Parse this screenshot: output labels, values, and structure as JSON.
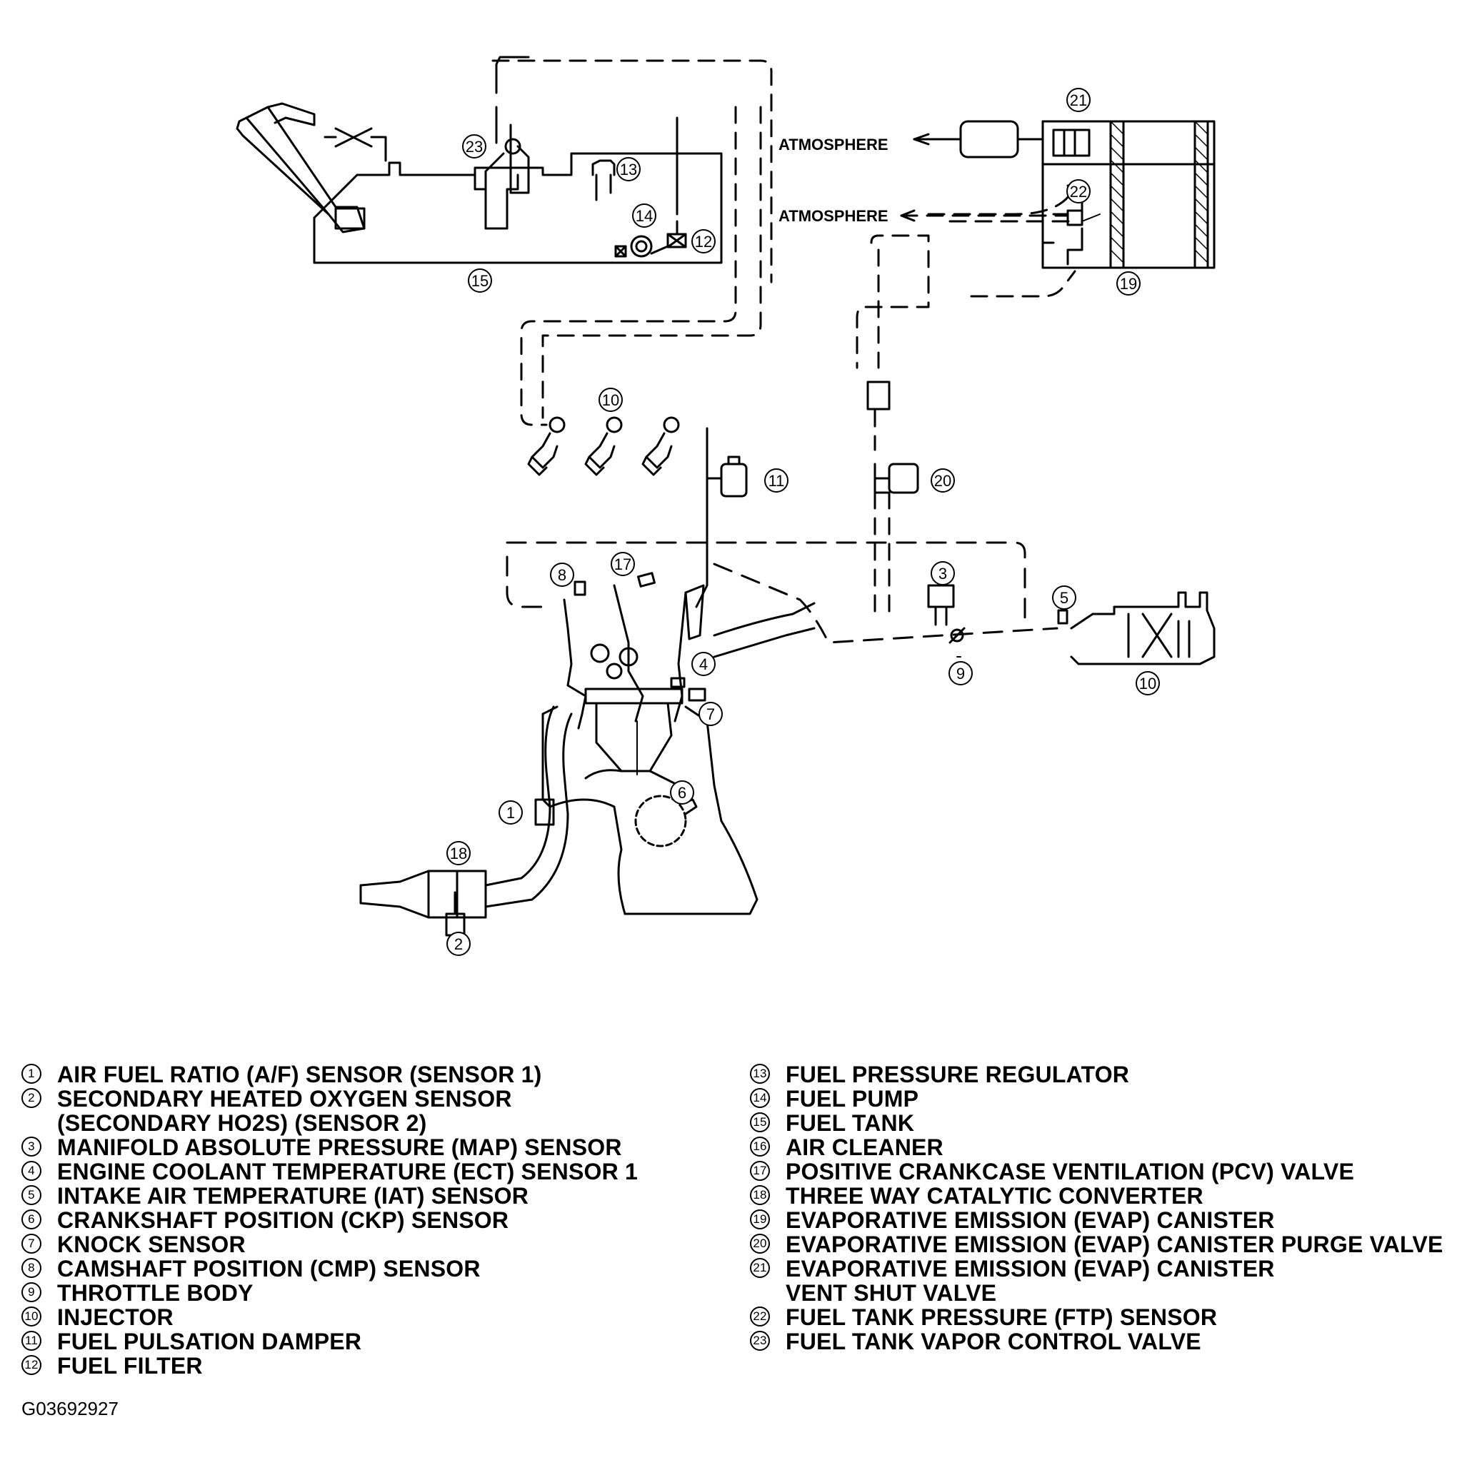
{
  "labels": {
    "atmosphere_top": "ATMOSPHERE",
    "atmosphere_bottom": "ATMOSPHERE"
  },
  "callouts": {
    "c1": "1",
    "c2": "2",
    "c3": "3",
    "c4": "4",
    "c5": "5",
    "c6": "6",
    "c7": "7",
    "c8": "8",
    "c9": "9",
    "c10a": "10",
    "c10b": "10",
    "c11": "11",
    "c12": "12",
    "c13": "13",
    "c14": "14",
    "c15": "15",
    "c17": "17",
    "c18": "18",
    "c19": "19",
    "c20": "20",
    "c21": "21",
    "c22": "22",
    "c23": "23"
  },
  "legend_left": [
    {
      "num": "1",
      "text": "AIR FUEL RATIO (A/F) SENSOR (SENSOR 1)"
    },
    {
      "num": "2",
      "text": "SECONDARY HEATED OXYGEN SENSOR\n(SECONDARY HO2S) (SENSOR 2)"
    },
    {
      "num": "3",
      "text": "MANIFOLD ABSOLUTE PRESSURE (MAP) SENSOR"
    },
    {
      "num": "4",
      "text": "ENGINE COOLANT TEMPERATURE (ECT) SENSOR 1"
    },
    {
      "num": "5",
      "text": "INTAKE AIR TEMPERATURE (IAT) SENSOR"
    },
    {
      "num": "6",
      "text": "CRANKSHAFT POSITION (CKP) SENSOR"
    },
    {
      "num": "7",
      "text": "KNOCK SENSOR"
    },
    {
      "num": "8",
      "text": "CAMSHAFT POSITION (CMP) SENSOR"
    },
    {
      "num": "9",
      "text": "THROTTLE BODY"
    },
    {
      "num": "10",
      "text": "INJECTOR"
    },
    {
      "num": "11",
      "text": "FUEL PULSATION DAMPER"
    },
    {
      "num": "12",
      "text": "FUEL FILTER"
    }
  ],
  "legend_right": [
    {
      "num": "13",
      "text": "FUEL PRESSURE REGULATOR"
    },
    {
      "num": "14",
      "text": "FUEL PUMP"
    },
    {
      "num": "15",
      "text": "FUEL TANK"
    },
    {
      "num": "16",
      "text": "AIR CLEANER"
    },
    {
      "num": "17",
      "text": "POSITIVE CRANKCASE VENTILATION (PCV) VALVE"
    },
    {
      "num": "18",
      "text": "THREE WAY CATALYTIC CONVERTER"
    },
    {
      "num": "19",
      "text": "EVAPORATIVE EMISSION (EVAP) CANISTER"
    },
    {
      "num": "20",
      "text": "EVAPORATIVE EMISSION (EVAP) CANISTER PURGE VALVE"
    },
    {
      "num": "21",
      "text": "EVAPORATIVE EMISSION (EVAP) CANISTER\nVENT SHUT VALVE"
    },
    {
      "num": "22",
      "text": "FUEL TANK PRESSURE (FTP) SENSOR"
    },
    {
      "num": "23",
      "text": "FUEL TANK VAPOR CONTROL VALVE"
    }
  ],
  "figure_id": "G03692927"
}
